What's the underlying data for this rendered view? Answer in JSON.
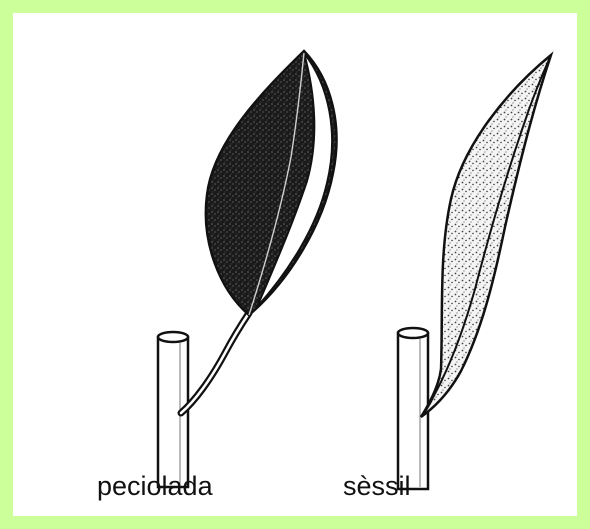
{
  "colors": {
    "border": "#ccff99",
    "background": "#ffffff",
    "ink": "#111111"
  },
  "diagram": {
    "labels": {
      "petiolate": "peciolada",
      "sessile": "sèssil"
    },
    "illustrations": [
      "petiolate-leaf-drawing",
      "sessile-leaf-drawing"
    ]
  }
}
